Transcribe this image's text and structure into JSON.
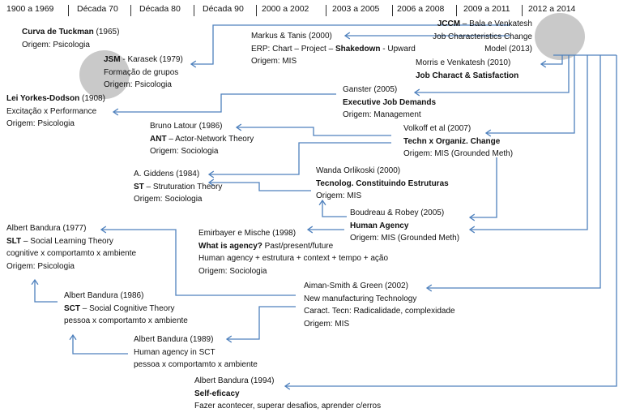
{
  "header": [
    "1900 a 1969",
    "Década 70",
    "Década 80",
    "Década 90",
    "2000 a 2002",
    "2003 a 2005",
    "2006 a 2008",
    "2009 a 2011",
    "2012 a 2014"
  ],
  "colors": {
    "connector": "#4f81bd",
    "highlight": "#c9c9c9"
  },
  "blocks": [
    {
      "id": "tuckman",
      "lines": [
        {
          "b": "Curva de Tuckman",
          "t": " (1965)"
        },
        {
          "b": "",
          "t": "Origem: Psicologia"
        }
      ]
    },
    {
      "id": "karasek",
      "lines": [
        {
          "b": "JSM",
          "t": " - Karasek (1979)"
        },
        {
          "b": "",
          "t": "Formação de grupos"
        },
        {
          "b": "",
          "t": "Origem: Psicologia"
        }
      ]
    },
    {
      "id": "markus",
      "lines": [
        {
          "b": "",
          "t": "Markus & Tanis (2000)"
        },
        {
          "b": "",
          "t": "ERP: Chart – Project – ",
          "b2": "Shakedown",
          "t2": " - Upward"
        },
        {
          "b": "",
          "t": "Origem: MIS"
        }
      ]
    },
    {
      "id": "jccm",
      "lines": [
        {
          "b": "JCCM",
          "t": " – Bala e Venkatesh"
        },
        {
          "b": "",
          "t": "Job Characteristics Change"
        },
        {
          "b": "",
          "t": "Model (2013)"
        }
      ]
    },
    {
      "id": "morris",
      "lines": [
        {
          "b": "",
          "t": "Morris e Venkatesh (2010)"
        },
        {
          "b": "Job Charact & Satisfaction",
          "t": ""
        }
      ]
    },
    {
      "id": "ganster",
      "lines": [
        {
          "b": "",
          "t": "Ganster (2005)"
        },
        {
          "b": "Executive Job Demands",
          "t": ""
        },
        {
          "b": "",
          "t": "Origem: Management"
        }
      ]
    },
    {
      "id": "yorkes",
      "lines": [
        {
          "b": "Lei Yorkes-Dodson",
          "t": " (1908)"
        },
        {
          "b": "",
          "t": "Excitação x Performance"
        },
        {
          "b": "",
          "t": "Origem: Psicologia"
        }
      ]
    },
    {
      "id": "latour",
      "lines": [
        {
          "b": "",
          "t": "Bruno Latour (1986)"
        },
        {
          "b": "ANT",
          "t": " – Actor-Network Theory"
        },
        {
          "b": "",
          "t": "Origem: Sociologia"
        }
      ]
    },
    {
      "id": "volkoff",
      "lines": [
        {
          "b": "",
          "t": "Volkoff et al (2007)"
        },
        {
          "b": "Techn x Organiz.  Change",
          "t": ""
        },
        {
          "b": "",
          "t": "Origem: MIS (Grounded Meth)"
        }
      ]
    },
    {
      "id": "giddens",
      "lines": [
        {
          "b": "",
          "t": "A. Giddens (1984)"
        },
        {
          "b": "ST",
          "t": " – Struturation Theory"
        },
        {
          "b": "",
          "t": "Origem: Sociologia"
        }
      ]
    },
    {
      "id": "orlikoski",
      "lines": [
        {
          "b": "",
          "t": "Wanda Orlikoski (2000)"
        },
        {
          "b": "Tecnolog. Constituindo Estruturas",
          "t": ""
        },
        {
          "b": "",
          "t": "Origem: MIS"
        }
      ]
    },
    {
      "id": "boudreau",
      "lines": [
        {
          "b": "",
          "t": "Boudreau & Robey (2005)"
        },
        {
          "b": "Human Agency",
          "t": ""
        },
        {
          "b": "",
          "t": "Origem: MIS (Grounded Meth)"
        }
      ]
    },
    {
      "id": "bandura1977",
      "lines": [
        {
          "b": "",
          "t": "Albert Bandura (1977)"
        },
        {
          "b": "SLT",
          "t": " – Social Learning Theory"
        },
        {
          "b": "",
          "t": "cognitive x comportamto x ambiente"
        },
        {
          "b": "",
          "t": "Origem: Psicologia"
        }
      ]
    },
    {
      "id": "emirbayer",
      "lines": [
        {
          "b": "",
          "t": "Emirbayer e Mische (1998)"
        },
        {
          "b": "What is agency?",
          "t": " Past/present/future"
        },
        {
          "b": "",
          "t": "Human agency + estrutura + context + tempo + ação"
        },
        {
          "b": "",
          "t": "Origem: Sociologia"
        }
      ]
    },
    {
      "id": "aiman",
      "lines": [
        {
          "b": "",
          "t": "Aiman-Smith & Green (2002)"
        },
        {
          "b": "",
          "t": "New manufacturing Technology"
        },
        {
          "b": "",
          "t": "Caract. Tecn: Radicalidade, complexidade"
        },
        {
          "b": "",
          "t": "Origem: MIS"
        }
      ]
    },
    {
      "id": "bandura1986",
      "lines": [
        {
          "b": "",
          "t": "Albert Bandura (1986)"
        },
        {
          "b": "SCT",
          "t": " – Social Cognitive Theory"
        },
        {
          "b": "",
          "t": "pessoa x comportamto x ambiente"
        }
      ]
    },
    {
      "id": "bandura1989",
      "lines": [
        {
          "b": "",
          "t": "Albert Bandura (1989)"
        },
        {
          "b": "",
          "t": "Human agency in SCT"
        },
        {
          "b": "",
          "t": "pessoa x comportamto x ambiente"
        }
      ]
    },
    {
      "id": "bandura1994",
      "lines": [
        {
          "b": "",
          "t": "Albert Bandura (1994)"
        },
        {
          "b": "Self-eficacy",
          "t": ""
        },
        {
          "b": "",
          "t": "Fazer acontecer, superar desafios, aprender c/erros"
        }
      ]
    }
  ]
}
